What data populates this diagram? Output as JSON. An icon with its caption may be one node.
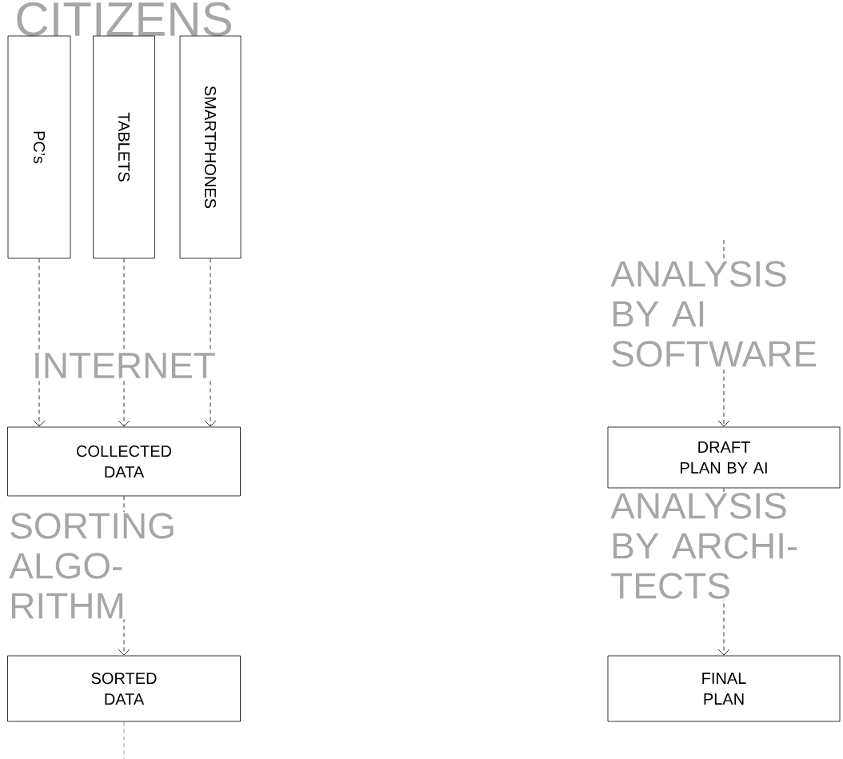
{
  "diagram": {
    "title": "CITIZENS",
    "nodes": [
      {
        "text": [
          "PC’s"
        ]
      },
      {
        "text": [
          "TABLETS"
        ]
      },
      {
        "text": [
          "SMARTPHONES"
        ]
      },
      {
        "text": [
          "COLLECTED DATA"
        ]
      },
      {
        "text": [
          "SORTED DATA"
        ]
      },
      {
        "text": [
          "DRAFT PLAN BY AI"
        ]
      },
      {
        "text": [
          "FINAL PLAN"
        ]
      }
    ],
    "edges": [
      {
        "from": 0,
        "to": 3,
        "arrow": "to",
        "style": "dashed"
      },
      {
        "from": 1,
        "to": 3,
        "arrow": "to",
        "style": "dashed",
        "label": "INTERNET"
      },
      {
        "from": 2,
        "to": 3,
        "arrow": "to",
        "style": "dashed"
      },
      {
        "from": 3,
        "to": 4,
        "arrow": "to",
        "style": "dashed",
        "label": "SORTING ALGO- RITHM"
      },
      {
        "from": 4,
        "to": null,
        "arrow": "none",
        "style": "dashed"
      },
      {
        "from": null,
        "to": 5,
        "arrow": "to",
        "style": "dashed",
        "label": "ANALYSIS BY AI SOFTWARE"
      },
      {
        "from": 5,
        "to": 6,
        "arrow": "to",
        "style": "dashed",
        "label": "ANALYSIS BY ARCHI- TECTS"
      }
    ]
  }
}
